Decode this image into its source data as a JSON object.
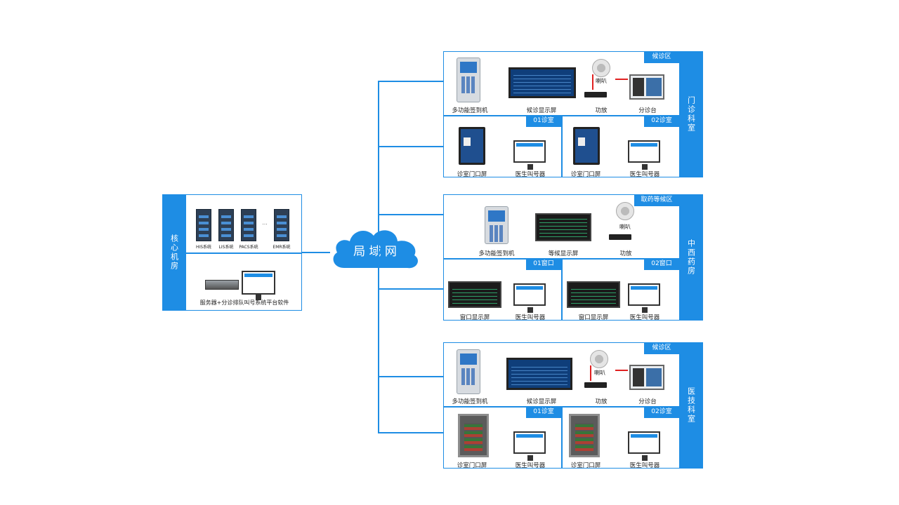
{
  "core": {
    "title": "核心机房",
    "systems": [
      "HIS系统",
      "LIS系统",
      "PACS系统",
      "...",
      "EMR系统"
    ],
    "platform": "服务器+分诊排队叫号系统平台软件"
  },
  "network": {
    "label": "局 域 网"
  },
  "sections": [
    {
      "side_label": "门诊科室",
      "top_tag": "候诊区",
      "top_devices": [
        "多功能签到机",
        "候诊显示屏",
        "功放",
        "分诊台"
      ],
      "speaker_label": "喇叭",
      "rooms": [
        {
          "tag": "01诊室",
          "devices": [
            "诊室门口屏",
            "医生叫号器"
          ]
        },
        {
          "tag": "02诊室",
          "devices": [
            "诊室门口屏",
            "医生叫号器"
          ]
        }
      ]
    },
    {
      "side_label": "中西药房",
      "top_tag": "取药等候区",
      "top_devices": [
        "多功能签到机",
        "等候显示屏",
        "功放"
      ],
      "speaker_label": "喇叭",
      "rooms": [
        {
          "tag": "01窗口",
          "devices": [
            "窗口显示屏",
            "医生叫号器"
          ]
        },
        {
          "tag": "02窗口",
          "devices": [
            "窗口显示屏",
            "医生叫号器"
          ]
        }
      ]
    },
    {
      "side_label": "医技科室",
      "top_tag": "候诊区",
      "top_devices": [
        "多功能签到机",
        "候诊显示屏",
        "功放",
        "分诊台"
      ],
      "speaker_label": "喇叭",
      "rooms": [
        {
          "tag": "01诊室",
          "devices": [
            "诊室门口屏",
            "医生叫号器"
          ]
        },
        {
          "tag": "02诊室",
          "devices": [
            "诊室门口屏",
            "医生叫号器"
          ]
        }
      ]
    }
  ],
  "colors": {
    "accent": "#1e8de4",
    "line": "#1e8de4",
    "speaker_link": "#e02020"
  }
}
